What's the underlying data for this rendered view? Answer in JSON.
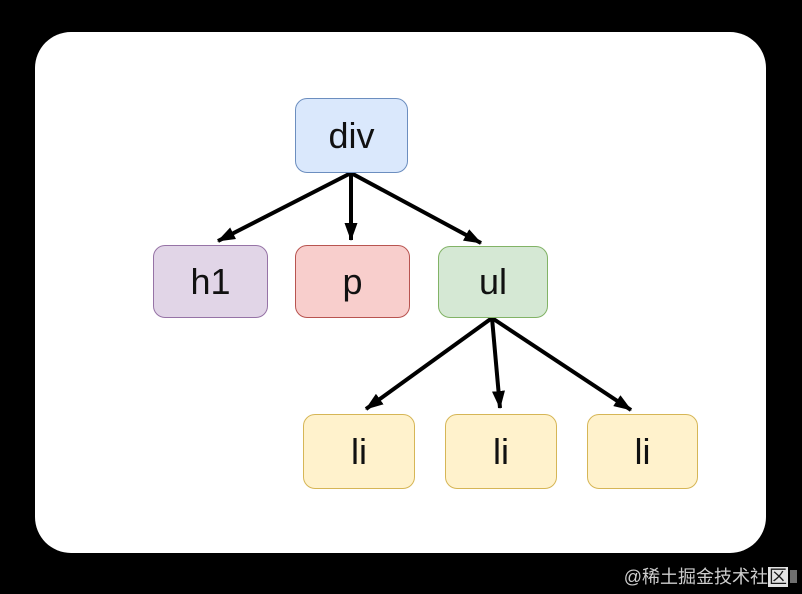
{
  "diagram": {
    "description": "DOM tree diagram: div parent with h1, p, ul children; ul has three li children",
    "canvas_background": "#000000",
    "card_background": "#ffffff",
    "arrow_color": "#000000",
    "nodes": [
      {
        "id": "div",
        "label": "div",
        "fill": "#dae8fc",
        "stroke": "#6c8ebf"
      },
      {
        "id": "h1",
        "label": "h1",
        "fill": "#e1d5e7",
        "stroke": "#9673a6"
      },
      {
        "id": "p",
        "label": "p",
        "fill": "#f8cecc",
        "stroke": "#b85450"
      },
      {
        "id": "ul",
        "label": "ul",
        "fill": "#d5e8d4",
        "stroke": "#82b366"
      },
      {
        "id": "li-1",
        "label": "li",
        "fill": "#fff2cc",
        "stroke": "#d6b656"
      },
      {
        "id": "li-2",
        "label": "li",
        "fill": "#fff2cc",
        "stroke": "#d6b656"
      },
      {
        "id": "li-3",
        "label": "li",
        "fill": "#fff2cc",
        "stroke": "#d6b656"
      }
    ],
    "edges": [
      {
        "from": "div",
        "to": "h1"
      },
      {
        "from": "div",
        "to": "p"
      },
      {
        "from": "div",
        "to": "ul"
      },
      {
        "from": "ul",
        "to": "li-1"
      },
      {
        "from": "ul",
        "to": "li-2"
      },
      {
        "from": "ul",
        "to": "li-3"
      }
    ]
  },
  "watermark": {
    "text": "@稀土掘金技术社",
    "highlighted_char": "区",
    "color": "#cdcdcd"
  }
}
